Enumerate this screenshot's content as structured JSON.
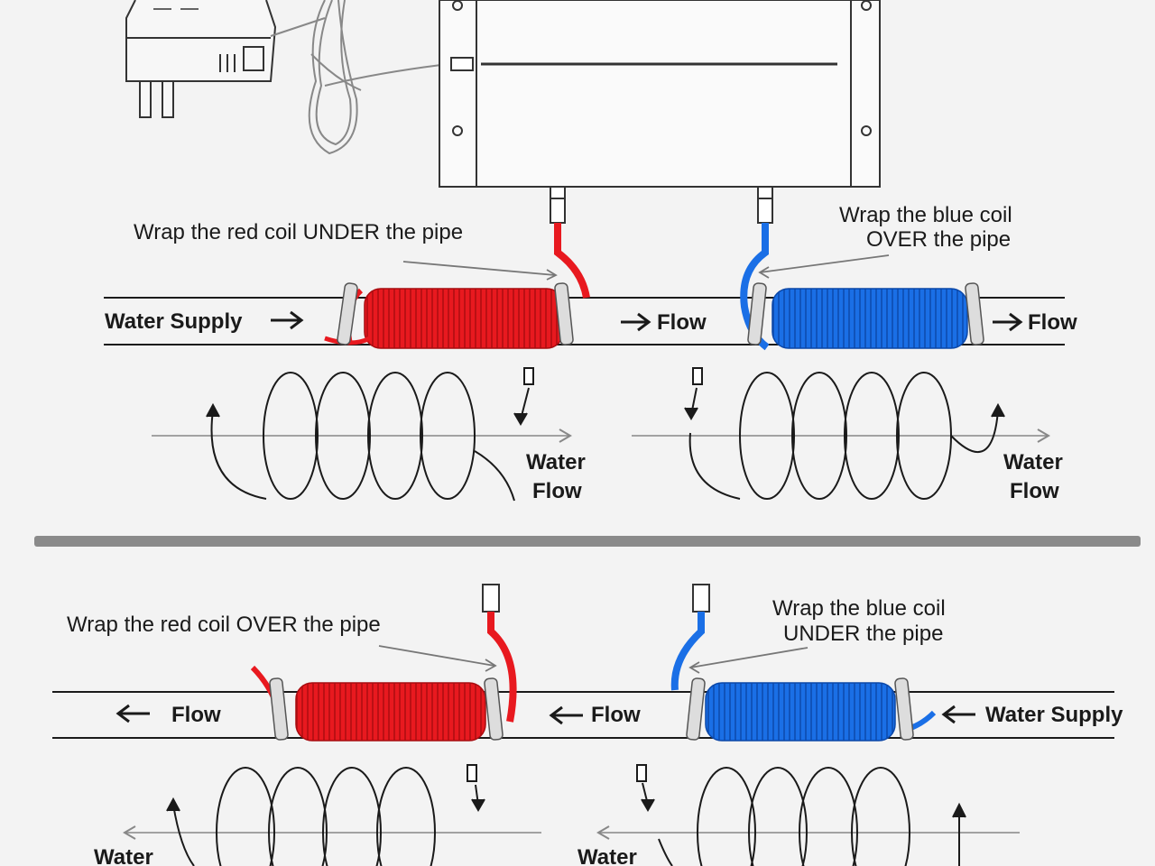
{
  "top": {
    "red_note": "Wrap the red coil UNDER the pipe",
    "blue_note_line1": "Wrap the blue coil",
    "blue_note_line2": "OVER the pipe",
    "supply_label": "Water Supply",
    "flow_label_mid": "Flow",
    "flow_label_right": "Flow",
    "water_flow_left_1": "Water",
    "water_flow_left_2": "Flow",
    "water_flow_right_1": "Water",
    "water_flow_right_2": "Flow"
  },
  "bottom": {
    "red_note": "Wrap the red coil  OVER  the pipe",
    "blue_note_line1": "Wrap the blue coil",
    "blue_note_line2": "UNDER the pipe",
    "flow_label_left": "Flow",
    "flow_label_mid": "Flow",
    "supply_label": "Water Supply",
    "water_left": "Water",
    "water_mid": "Water"
  },
  "colors": {
    "red_coil": "#e8191f",
    "blue_coil": "#1a6fe6",
    "line": "#1a1a1a",
    "divider": "#8a8a8a"
  },
  "icons": [
    "power-adapter-icon",
    "sensor-cable-icon",
    "control-box-icon",
    "arrow-right-icon",
    "arrow-left-icon",
    "spiral-diagram-icon"
  ]
}
